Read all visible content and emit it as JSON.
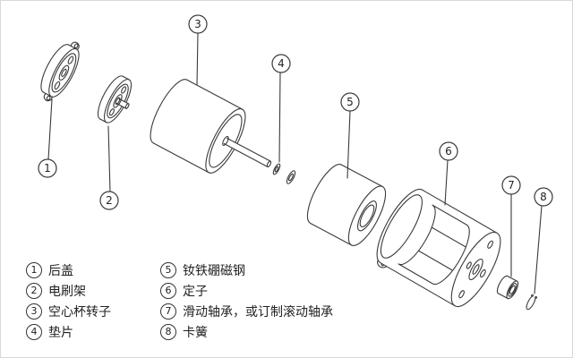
{
  "diagram": {
    "callouts": [
      "1",
      "2",
      "3",
      "4",
      "5",
      "6",
      "7",
      "8"
    ]
  },
  "legend": {
    "items": [
      {
        "num": "1",
        "label": "后盖"
      },
      {
        "num": "2",
        "label": "电刷架"
      },
      {
        "num": "3",
        "label": "空心杯转子"
      },
      {
        "num": "4",
        "label": "垫片"
      },
      {
        "num": "5",
        "label": "钕铁硼磁钢"
      },
      {
        "num": "6",
        "label": "定子"
      },
      {
        "num": "7",
        "label": "滑动轴承，或订制滚动轴承"
      },
      {
        "num": "8",
        "label": "卡簧"
      }
    ]
  },
  "colors": {
    "line": "#3a3a3a",
    "background": "#ffffff"
  }
}
